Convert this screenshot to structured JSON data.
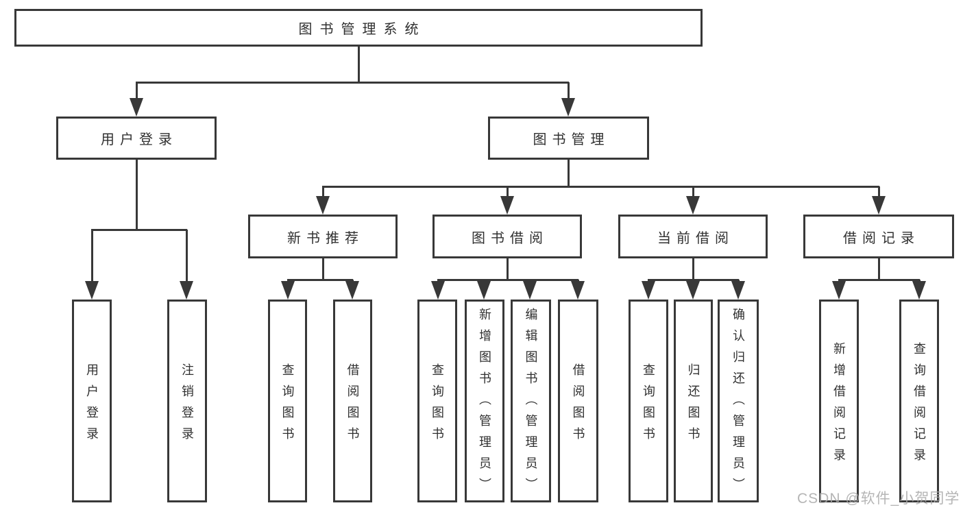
{
  "diagram": {
    "colors": {
      "line": "#383838",
      "text": "#303030",
      "box_bg": "#ffffff",
      "page_bg": "#ffffff",
      "watermark": "#a9a9a9"
    },
    "root": {
      "label": "图书管理系统"
    },
    "level1": {
      "user_login": {
        "label": "用户登录"
      },
      "book_management": {
        "label": "图书管理"
      }
    },
    "level2": {
      "new_book_recommend": {
        "label": "新书推荐"
      },
      "book_borrow": {
        "label": "图书借阅"
      },
      "current_borrow": {
        "label": "当前借阅"
      },
      "borrow_records": {
        "label": "借阅记录"
      }
    },
    "leaves": {
      "user_login": {
        "label": "用户登录"
      },
      "logout": {
        "label": "注销登录"
      },
      "recommend_query_book": {
        "label": "查询图书"
      },
      "recommend_borrow_book": {
        "label": "借阅图书"
      },
      "borrow_query_book": {
        "label": "查询图书"
      },
      "borrow_add_book_admin": {
        "label": "新增图书（管理员）"
      },
      "borrow_edit_book_admin": {
        "label": "编辑图书（管理员）"
      },
      "borrow_borrow_book": {
        "label": "借阅图书"
      },
      "current_query_book": {
        "label": "查询图书"
      },
      "current_return_book": {
        "label": "归还图书"
      },
      "current_confirm_return_admin": {
        "label": "确认归还（管理员）"
      },
      "records_add_record": {
        "label": "新增借阅记录"
      },
      "records_query_record": {
        "label": "查询借阅记录"
      }
    }
  },
  "watermark": {
    "text": "CSDN @软件_小贺同学"
  }
}
